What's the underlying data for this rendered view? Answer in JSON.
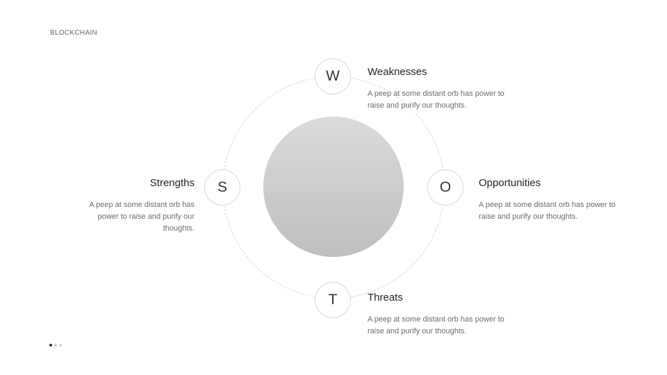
{
  "header": {
    "brand": "BLOCKCHAIN"
  },
  "swot": {
    "weaknesses": {
      "letter": "W",
      "title": "Weaknesses",
      "description": "A peep at some distant orb has power to raise and purify our thoughts."
    },
    "strengths": {
      "letter": "S",
      "title": "Strengths",
      "description": "A peep at some distant orb has power to raise and purify our thoughts."
    },
    "opportunities": {
      "letter": "O",
      "title": "Opportunities",
      "description": "A peep at some distant orb has power to raise and purify our thoughts."
    },
    "threats": {
      "letter": "T",
      "title": "Threats",
      "description": "A peep at some distant orb has power to raise and purify our thoughts."
    }
  },
  "pager": {
    "count": 3,
    "active": 1
  },
  "colors": {
    "core_gradient_top": "#dadada",
    "core_gradient_bottom": "#bfbfbf",
    "orbit": "#d4d4d4",
    "active_dot": "#333333",
    "inactive_dot": "#d0d0d0"
  }
}
